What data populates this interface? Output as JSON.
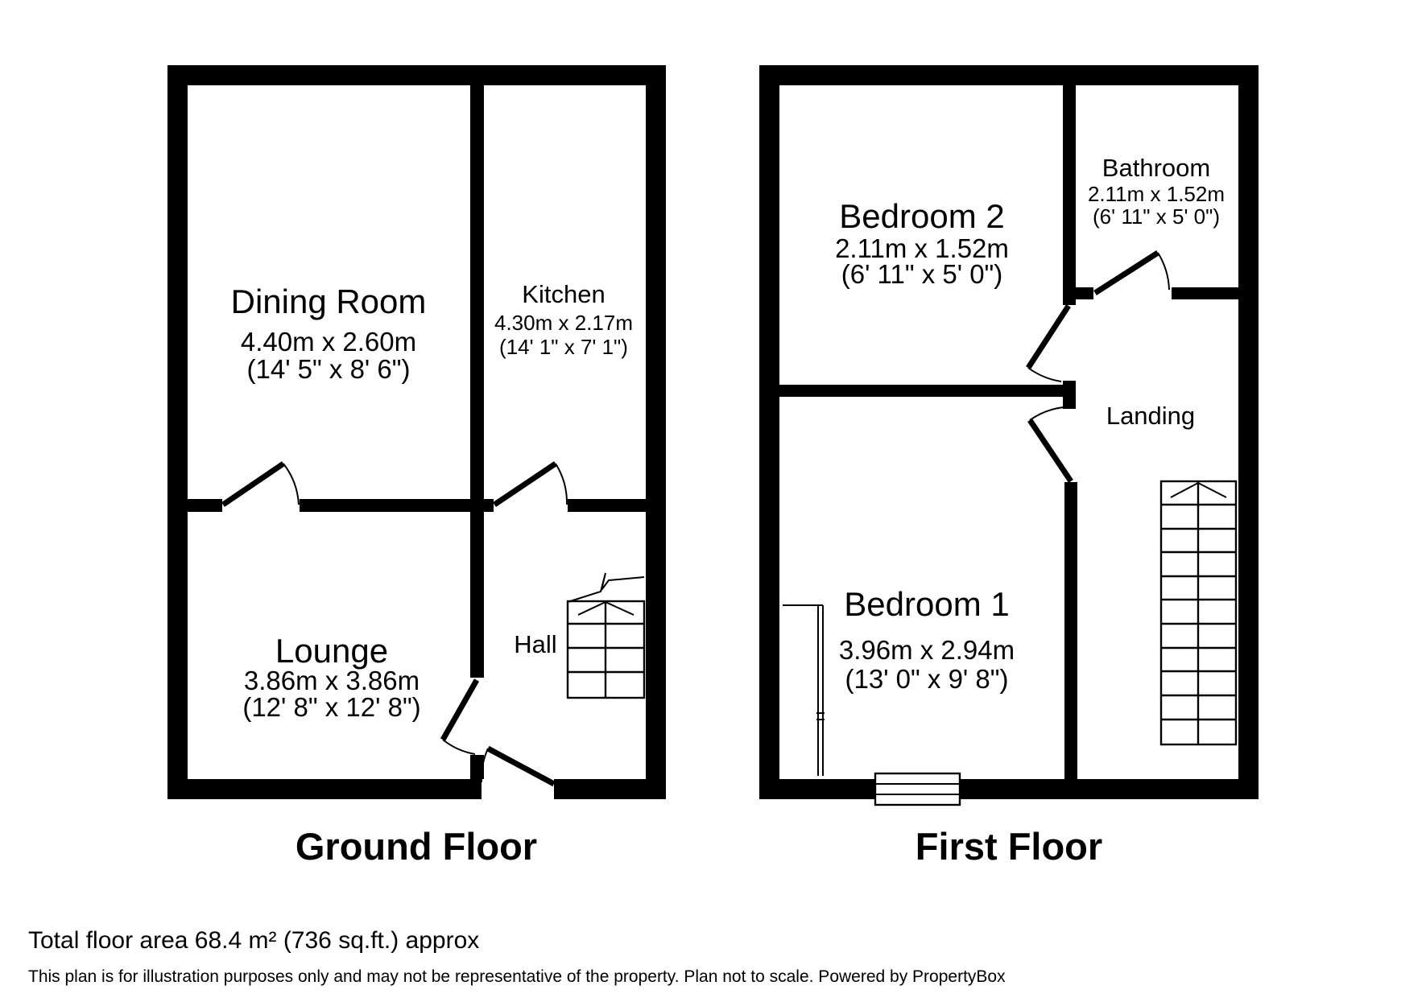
{
  "page": {
    "background": "#ffffff",
    "wall_color": "#000000"
  },
  "ground_floor": {
    "caption": "Ground Floor",
    "rooms": {
      "dining_room": {
        "name": "Dining Room",
        "metric": "4.40m x 2.60m",
        "imperial": "(14' 5\" x 8' 6\")"
      },
      "kitchen": {
        "name": "Kitchen",
        "metric": "4.30m x 2.17m",
        "imperial": "(14' 1\" x 7' 1\")"
      },
      "lounge": {
        "name": "Lounge",
        "metric": "3.86m x 3.86m",
        "imperial": "(12' 8\" x 12' 8\")"
      },
      "hall": {
        "name": "Hall"
      }
    }
  },
  "first_floor": {
    "caption": "First Floor",
    "rooms": {
      "bedroom_2": {
        "name": "Bedroom 2",
        "metric": "2.11m x 1.52m",
        "imperial": "(6' 11\" x 5' 0\")"
      },
      "bathroom": {
        "name": "Bathroom",
        "metric": "2.11m x 1.52m",
        "imperial": "(6' 11\" x 5' 0\")"
      },
      "landing": {
        "name": "Landing"
      },
      "bedroom_1": {
        "name": "Bedroom 1",
        "metric": "3.96m x 2.94m",
        "imperial": "(13' 0\" x 9' 8\")"
      }
    }
  },
  "footer": {
    "total_area": "Total floor area 68.4 m² (736 sq.ft.) approx",
    "disclaimer": "This plan is for illustration purposes only and may not be representative of the property. Plan not to scale. Powered by PropertyBox"
  }
}
